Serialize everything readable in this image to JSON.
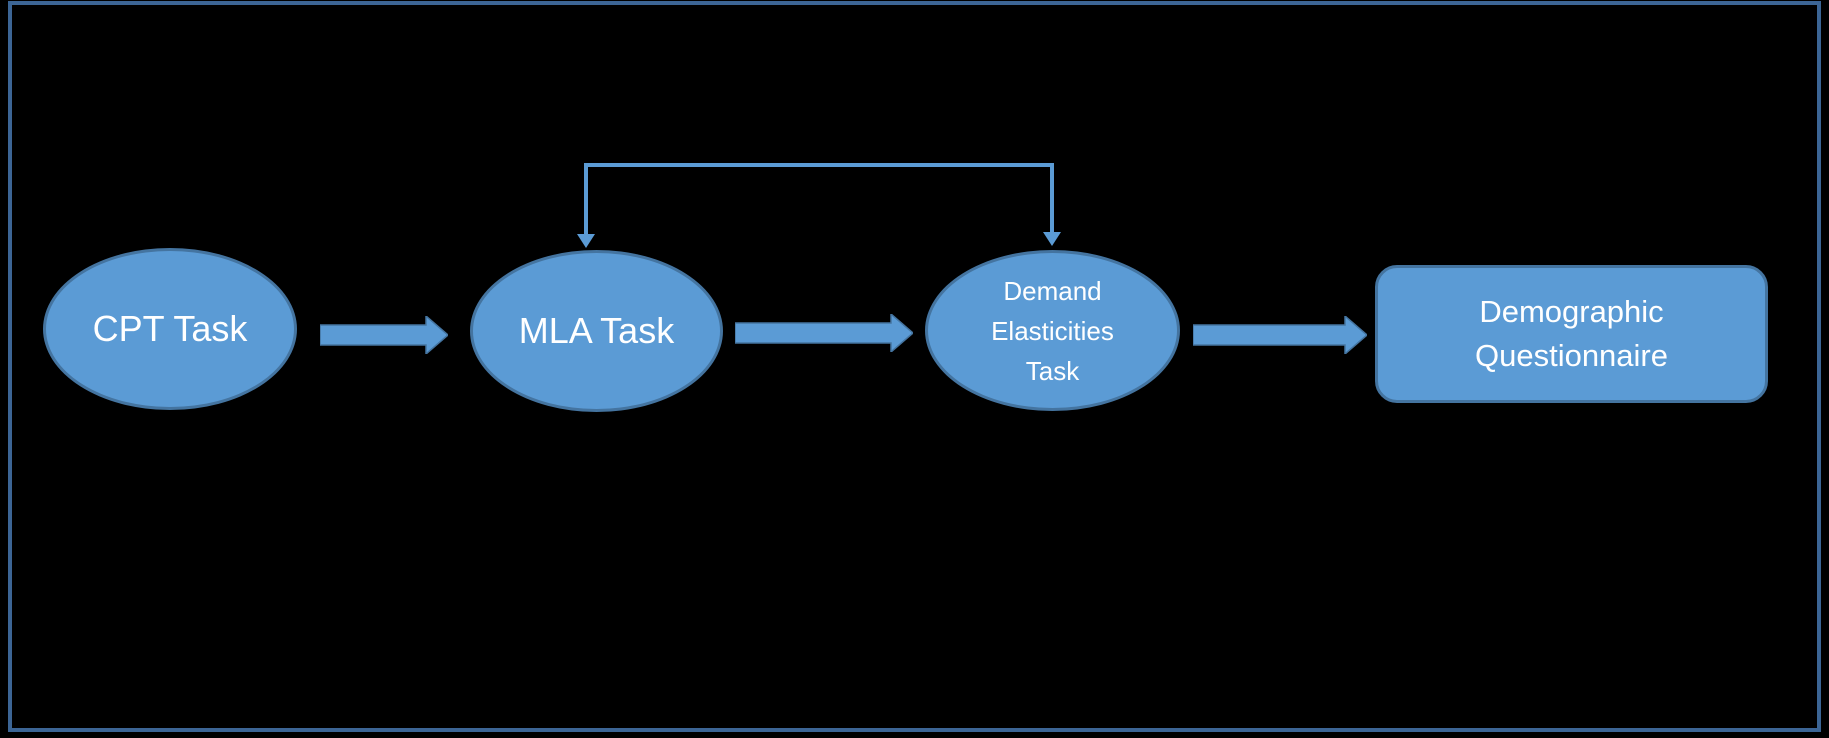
{
  "diagram": {
    "type": "flowchart",
    "background": "#000000",
    "colors": {
      "node_fill": "#5B9BD5",
      "node_stroke": "#4474A0",
      "connector_line": "#5B9BD5",
      "frame_border": "#3C6595",
      "label_text": "#FFFFFF"
    },
    "nodes": [
      {
        "id": "cpt-task",
        "shape": "ellipse",
        "label": "CPT Task"
      },
      {
        "id": "mla-task",
        "shape": "ellipse",
        "label": "MLA Task"
      },
      {
        "id": "demand-elasticities-task",
        "shape": "ellipse",
        "label": "Demand Elasticities Task"
      },
      {
        "id": "demographic-questionnaire",
        "shape": "rounded-rectangle",
        "label": "Demographic Questionnaire"
      }
    ],
    "edges": [
      {
        "from": "cpt-task",
        "to": "mla-task",
        "style": "block-arrow",
        "direction": "right"
      },
      {
        "from": "mla-task",
        "to": "demand-elasticities-task",
        "style": "block-arrow",
        "direction": "right"
      },
      {
        "from": "demand-elasticities-task",
        "to": "demographic-questionnaire",
        "style": "block-arrow",
        "direction": "right"
      },
      {
        "from": "demand-elasticities-task",
        "to": "mla-task",
        "style": "elbow-connector",
        "arrowheads": "down-into-both-ellipses"
      }
    ]
  }
}
